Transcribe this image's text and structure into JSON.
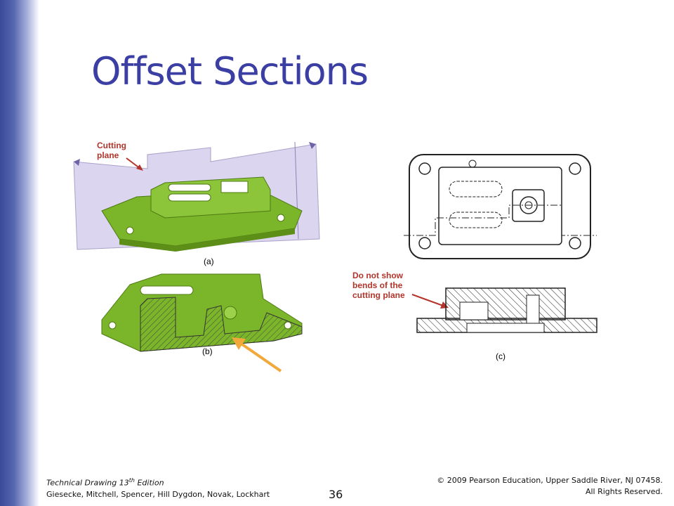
{
  "slide": {
    "title": "Offset Sections",
    "page_number": "36"
  },
  "figure": {
    "cutting_plane_label_line1": "Cutting",
    "cutting_plane_label_line2": "plane",
    "label_a": "(a)",
    "label_b": "(b)",
    "label_c": "(c)",
    "note_line1": "Do not show",
    "note_line2": "bends of the",
    "note_line3": "cutting plane",
    "colors": {
      "part_green": "#7bb52a",
      "plane_violet": "#cfc8ea",
      "annotation_red": "#b3342a",
      "arrow_orange": "#f2a93b"
    }
  },
  "footer": {
    "book_title": "Technical Drawing  13",
    "edition_sup": "th",
    "edition_suffix": " Edition",
    "authors": "Giesecke, Mitchell, Spencer, Hill Dygdon, Novak, Lockhart",
    "copyright": "© 2009 Pearson Education, Upper Saddle River, NJ 07458.",
    "rights": "All Rights Reserved."
  }
}
